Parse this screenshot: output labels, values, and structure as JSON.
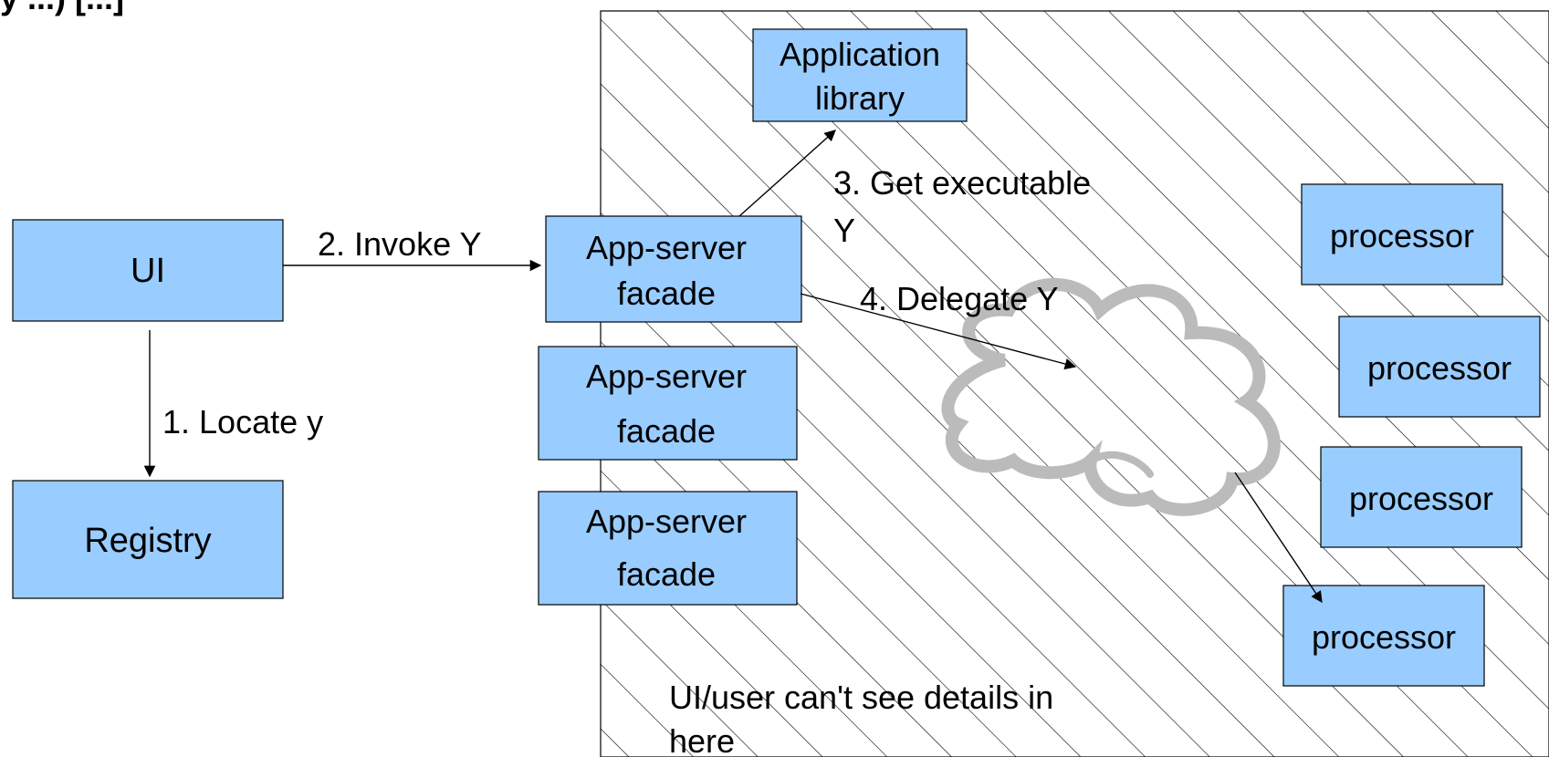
{
  "header_fragment": "y ...) [...]",
  "colors": {
    "box_fill": "#99ccff",
    "stroke": "#000000",
    "hatch": "#000000",
    "cloud": "#bbbbbb"
  },
  "icons": {
    "cloud": "cloud-icon"
  },
  "nodes": {
    "ui": "UI",
    "registry": "Registry",
    "app_library": [
      "Application",
      "library"
    ],
    "facades": [
      [
        "App-server",
        "facade"
      ],
      [
        "App-server",
        "facade"
      ],
      [
        "App-server",
        "facade"
      ]
    ],
    "processors": [
      "processor",
      "processor",
      "processor",
      "processor"
    ]
  },
  "edges": {
    "locate": "1. Locate y",
    "invoke": "2. Invoke Y",
    "get_executable": [
      "3. Get executable",
      "Y"
    ],
    "delegate": "4. Delegate Y"
  },
  "note": [
    "UI/user can't see details in",
    "here"
  ]
}
